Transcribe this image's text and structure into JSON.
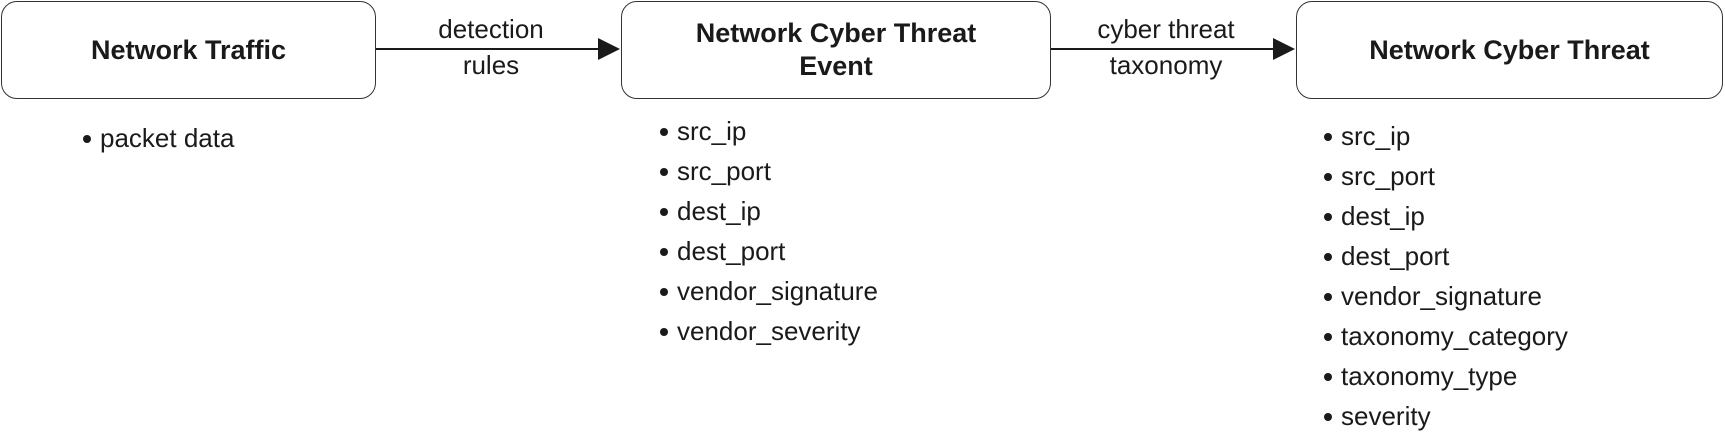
{
  "nodes": [
    {
      "title": "Network Traffic",
      "attributes": [
        "packet data"
      ]
    },
    {
      "title": "Network Cyber Threat\nEvent",
      "attributes": [
        "src_ip",
        "src_port",
        "dest_ip",
        "dest_port",
        "vendor_signature",
        "vendor_severity"
      ]
    },
    {
      "title": "Network Cyber Threat",
      "attributes": [
        "src_ip",
        "src_port",
        "dest_ip",
        "dest_port",
        "vendor_signature",
        "taxonomy_category",
        "taxonomy_type",
        "severity"
      ]
    }
  ],
  "edges": [
    {
      "from": "Network Traffic",
      "to": "Network Cyber Threat Event",
      "label": "detection\nrules"
    },
    {
      "from": "Network Cyber Threat Event",
      "to": "Network Cyber Threat",
      "label": "cyber threat\ntaxonomy"
    }
  ],
  "colors": {
    "stroke": "#333333",
    "text": "#1a1a1a"
  }
}
